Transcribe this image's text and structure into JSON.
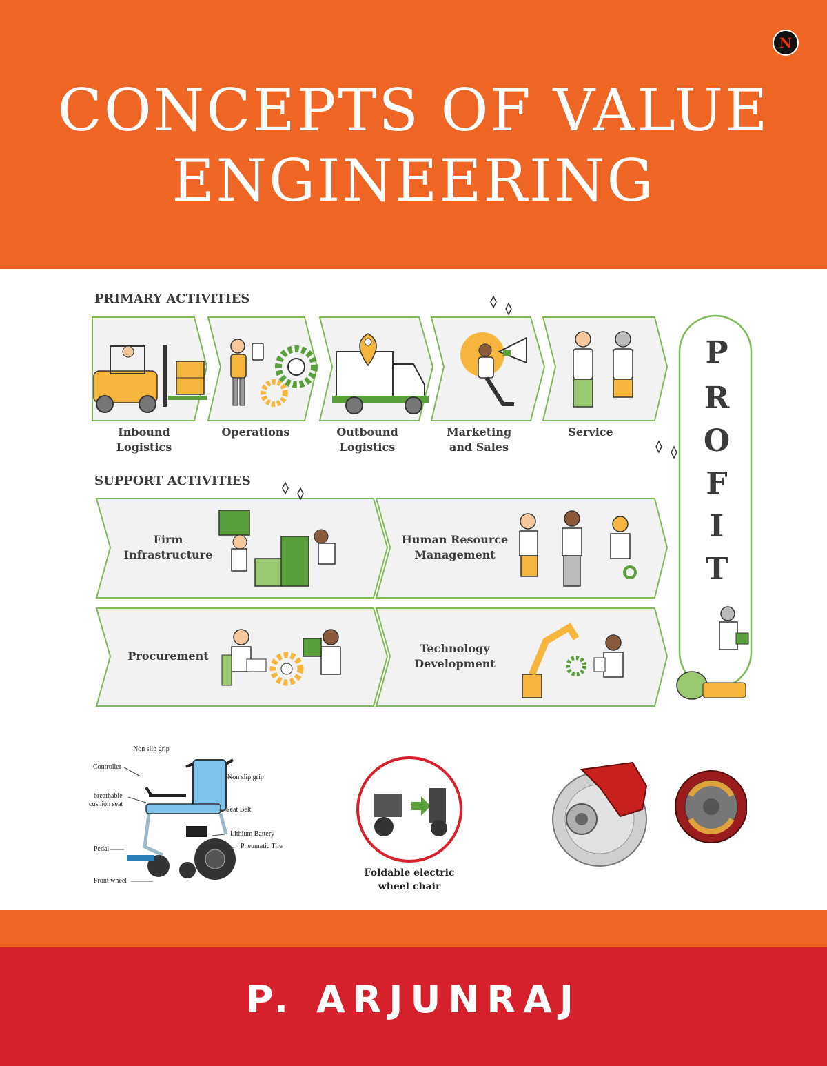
{
  "cover": {
    "publisher_logo": "N",
    "title_line1": "CONCEPTS OF VALUE",
    "title_line2": "ENGINEERING",
    "author": "P. ARJUNRAJ",
    "colors": {
      "orange": "#ee6524",
      "red": "#d6202b",
      "green": "#5aa03a"
    }
  },
  "value_chain": {
    "primary_heading": "PRIMARY ACTIVITIES",
    "support_heading": "SUPPORT ACTIVITIES",
    "primary": [
      {
        "line1": "Inbound",
        "line2": "Logistics",
        "icon": "forklift-icon"
      },
      {
        "line1": "Operations",
        "line2": "",
        "icon": "gears-icon"
      },
      {
        "line1": "Outbound",
        "line2": "Logistics",
        "icon": "delivery-truck-icon"
      },
      {
        "line1": "Marketing",
        "line2": "and Sales",
        "icon": "megaphone-icon"
      },
      {
        "line1": "Service",
        "line2": "",
        "icon": "customer-service-icon"
      }
    ],
    "support": [
      {
        "line1": "Firm",
        "line2": "Infrastructure",
        "icon": "puzzle-icon"
      },
      {
        "line1": "Human Resource",
        "line2": "Management",
        "icon": "handshake-icon"
      },
      {
        "line1": "Procurement",
        "line2": "",
        "icon": "gears-worker-icon"
      },
      {
        "line1": "Technology",
        "line2": "Development",
        "icon": "robot-arm-icon"
      }
    ],
    "profit_letters": [
      "P",
      "R",
      "O",
      "F",
      "I",
      "T"
    ]
  },
  "wheelchair_diagram": {
    "labels": [
      "Non slip grip",
      "Controller",
      "Non slip grip",
      "breathable",
      "cushion seat",
      "Seat Belt",
      "Lithium Battery",
      "Pneumatic Tire",
      "Pedal",
      "Front wheel"
    ]
  },
  "foldable": {
    "line1": "Foldable electric",
    "line2": "wheel chair"
  }
}
